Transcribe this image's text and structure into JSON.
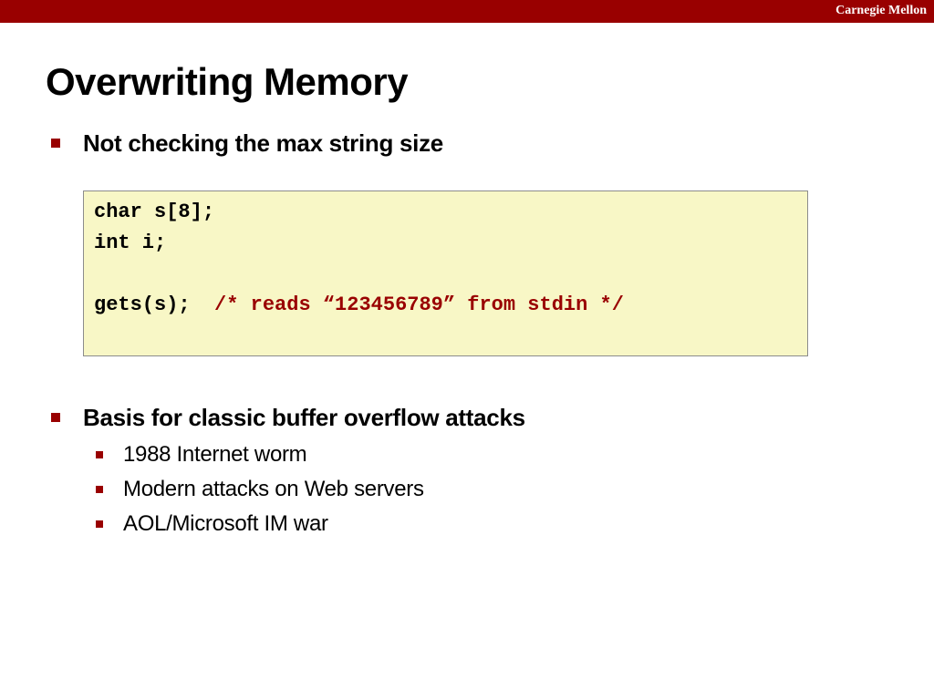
{
  "header": {
    "institution": "Carnegie Mellon",
    "bar_color": "#990000"
  },
  "slide": {
    "title": "Overwriting Memory",
    "bullet1": "Not checking the max string size",
    "code": {
      "line1": "char s[8];",
      "line2": "int i;",
      "line3_code": "gets(s);  ",
      "line3_comment": "/* reads “123456789” from stdin */"
    },
    "bullet2": "Basis for classic buffer overflow attacks",
    "sub_bullets": [
      "1988 Internet worm",
      "Modern attacks on Web servers",
      "AOL/Microsoft IM war"
    ]
  },
  "colors": {
    "accent": "#990000",
    "code_background": "#f8f7c6"
  },
  "icons": {
    "level1_bullet": "square-bullet-icon",
    "level2_bullet": "small-square-bullet-icon"
  }
}
